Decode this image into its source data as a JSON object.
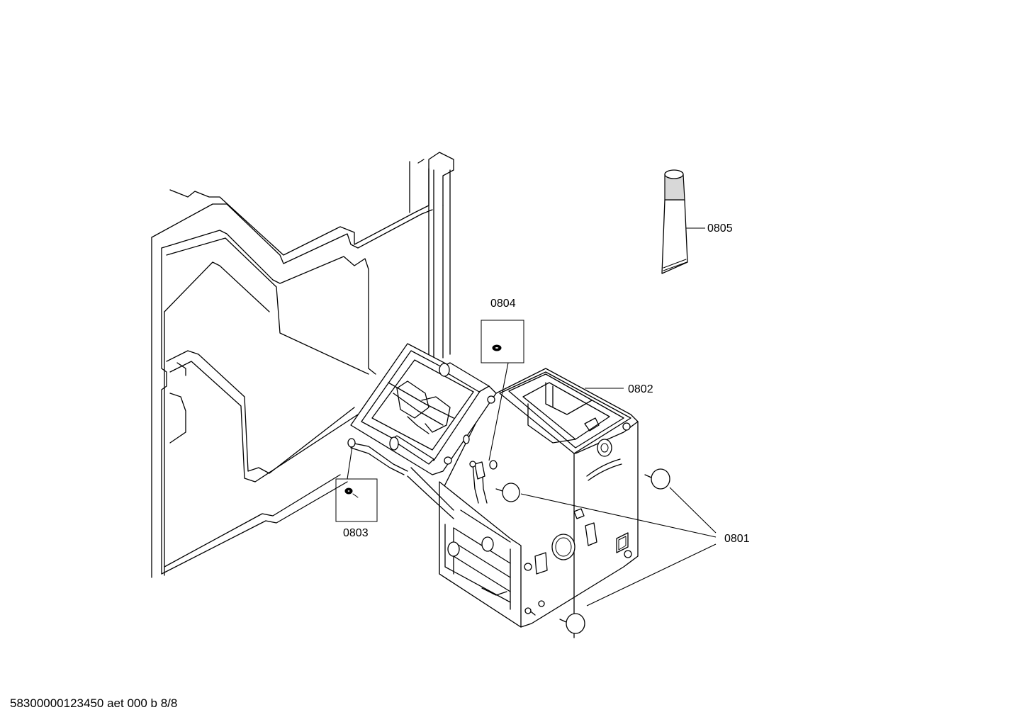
{
  "callouts": {
    "part_0801": "0801",
    "part_0802": "0802",
    "part_0803": "0803",
    "part_0804": "0804",
    "part_0805": "0805"
  },
  "footer": {
    "doc_id": "58300000123450 aet 000 b 8/8"
  }
}
